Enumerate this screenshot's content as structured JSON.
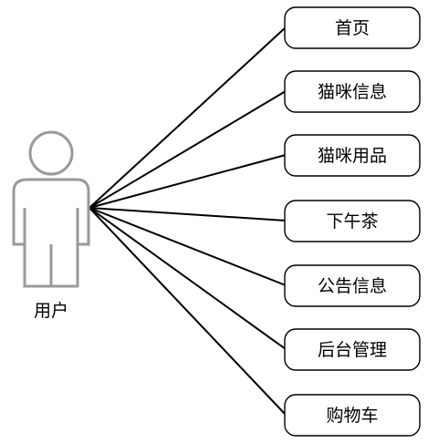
{
  "actor": {
    "label": "用户",
    "icon": "user-icon"
  },
  "use_cases": [
    {
      "label": "首页"
    },
    {
      "label": "猫咪信息"
    },
    {
      "label": "猫咪用品"
    },
    {
      "label": "下午茶"
    },
    {
      "label": "公告信息"
    },
    {
      "label": "后台管理"
    },
    {
      "label": "购物车"
    }
  ]
}
